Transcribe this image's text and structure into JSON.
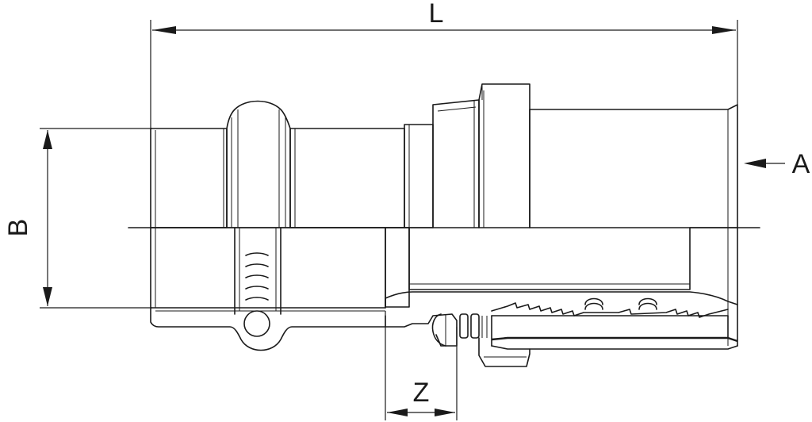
{
  "dimensions": {
    "length_label": "L",
    "diameter_label": "B",
    "depth_label": "Z",
    "view_label": "A"
  },
  "colors": {
    "line": "#1a1a1a",
    "background": "#ffffff"
  }
}
